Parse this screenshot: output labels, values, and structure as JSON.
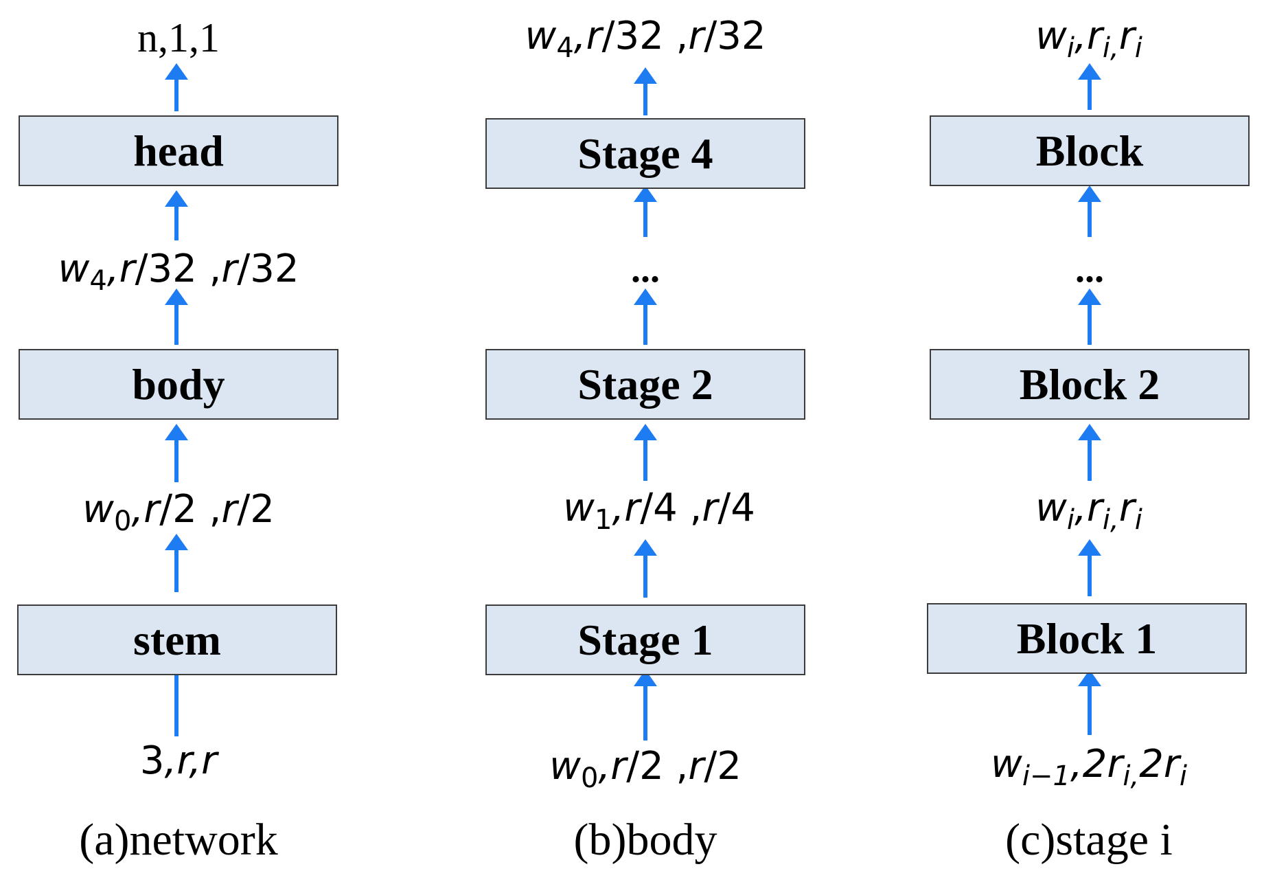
{
  "colors": {
    "box_fill": "#dce6f2",
    "box_border": "#3c3c3c",
    "arrow": "#1e7cf2"
  },
  "columns": [
    {
      "caption": "(a)network",
      "boxes": [
        "stem",
        "body",
        "head"
      ],
      "labels": [
        {
          "parts": [
            {
              "t": "3",
              "up": true
            },
            {
              "t": ","
            },
            {
              "t": "r"
            },
            {
              "t": ","
            },
            {
              "t": "r"
            }
          ]
        },
        {
          "parts": [
            {
              "t": "w"
            },
            {
              "t": "0",
              "sub": true,
              "up": true
            },
            {
              "t": ","
            },
            {
              "t": "r"
            },
            {
              "t": "/2 ,",
              "up": true
            },
            {
              "t": "r"
            },
            {
              "t": "/2",
              "up": true
            }
          ]
        },
        {
          "parts": [
            {
              "t": "w"
            },
            {
              "t": "4",
              "sub": true,
              "up": true
            },
            {
              "t": ","
            },
            {
              "t": "r"
            },
            {
              "t": "/32 ,",
              "up": true
            },
            {
              "t": "r"
            },
            {
              "t": "/32",
              "up": true
            }
          ]
        },
        {
          "parts": [
            {
              "t": "n,1,1",
              "up": true
            }
          ]
        }
      ]
    },
    {
      "caption": "(b)body",
      "boxes": [
        "Stage 1",
        "Stage 2",
        "Stage 4"
      ],
      "ellipsis": "...",
      "labels": [
        {
          "parts": [
            {
              "t": "w"
            },
            {
              "t": "0",
              "sub": true,
              "up": true
            },
            {
              "t": ","
            },
            {
              "t": "r"
            },
            {
              "t": "/2 ,",
              "up": true
            },
            {
              "t": "r"
            },
            {
              "t": "/2",
              "up": true
            }
          ]
        },
        {
          "parts": [
            {
              "t": "w"
            },
            {
              "t": "1",
              "sub": true,
              "up": true
            },
            {
              "t": ","
            },
            {
              "t": "r"
            },
            {
              "t": "/4 ,",
              "up": true
            },
            {
              "t": "r"
            },
            {
              "t": "/4",
              "up": true
            }
          ]
        },
        {
          "parts": [
            {
              "t": "w"
            },
            {
              "t": "4",
              "sub": true,
              "up": true
            },
            {
              "t": ","
            },
            {
              "t": "r"
            },
            {
              "t": "/32 ,",
              "up": true
            },
            {
              "t": "r"
            },
            {
              "t": "/32",
              "up": true
            }
          ]
        }
      ]
    },
    {
      "caption": "(c)stage  i",
      "boxes": [
        "Block 1",
        "Block 2",
        "Block"
      ],
      "ellipsis": "...",
      "labels": [
        {
          "parts": [
            {
              "t": "w"
            },
            {
              "t": "i−1",
              "sub": true
            },
            {
              "t": ",2"
            },
            {
              "t": "r"
            },
            {
              "t": "i,",
              "sub": true
            },
            {
              "t": "2"
            },
            {
              "t": "r"
            },
            {
              "t": "i",
              "sub": true
            }
          ]
        },
        {
          "parts": [
            {
              "t": "w"
            },
            {
              "t": "i",
              "sub": true
            },
            {
              "t": ","
            },
            {
              "t": "r"
            },
            {
              "t": "i,",
              "sub": true
            },
            {
              "t": "r"
            },
            {
              "t": "i",
              "sub": true
            }
          ]
        },
        {
          "parts": [
            {
              "t": "w"
            },
            {
              "t": "i",
              "sub": true
            },
            {
              "t": ","
            },
            {
              "t": "r"
            },
            {
              "t": "i,",
              "sub": true
            },
            {
              "t": "r"
            },
            {
              "t": "i",
              "sub": true
            }
          ]
        }
      ]
    }
  ]
}
